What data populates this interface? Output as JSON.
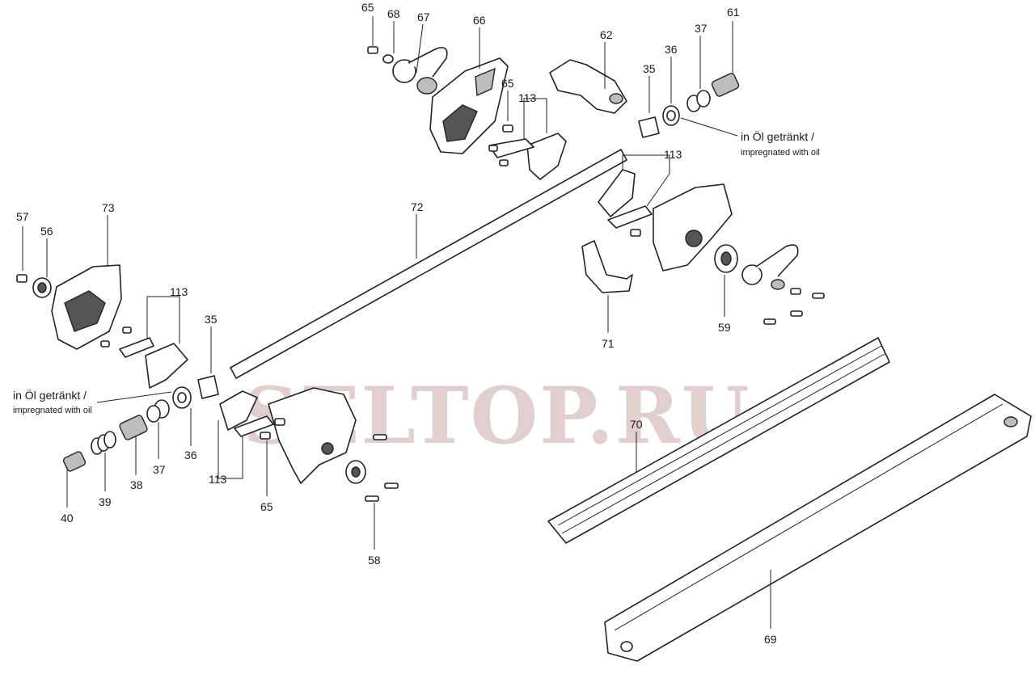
{
  "watermark": "SELTOP.RU",
  "notes": {
    "oil_de": "in Öl getränkt /",
    "oil_en": "impregnated with oil"
  },
  "labels": {
    "p65a": "65",
    "p68": "68",
    "p67": "67",
    "p66": "66",
    "p62": "62",
    "p37a": "37",
    "p61": "61",
    "p36a": "36",
    "p35a": "35",
    "p65b": "65",
    "p113a": "113",
    "p113b": "113",
    "p72": "72",
    "p57": "57",
    "p73": "73",
    "p56": "56",
    "p113c": "113",
    "p35b": "35",
    "p59": "59",
    "p71": "71",
    "p70": "70",
    "p36b": "36",
    "p37b": "37",
    "p38": "38",
    "p39": "39",
    "p40": "40",
    "p113d": "113",
    "p65c": "65",
    "p58": "58",
    "p69": "69"
  }
}
